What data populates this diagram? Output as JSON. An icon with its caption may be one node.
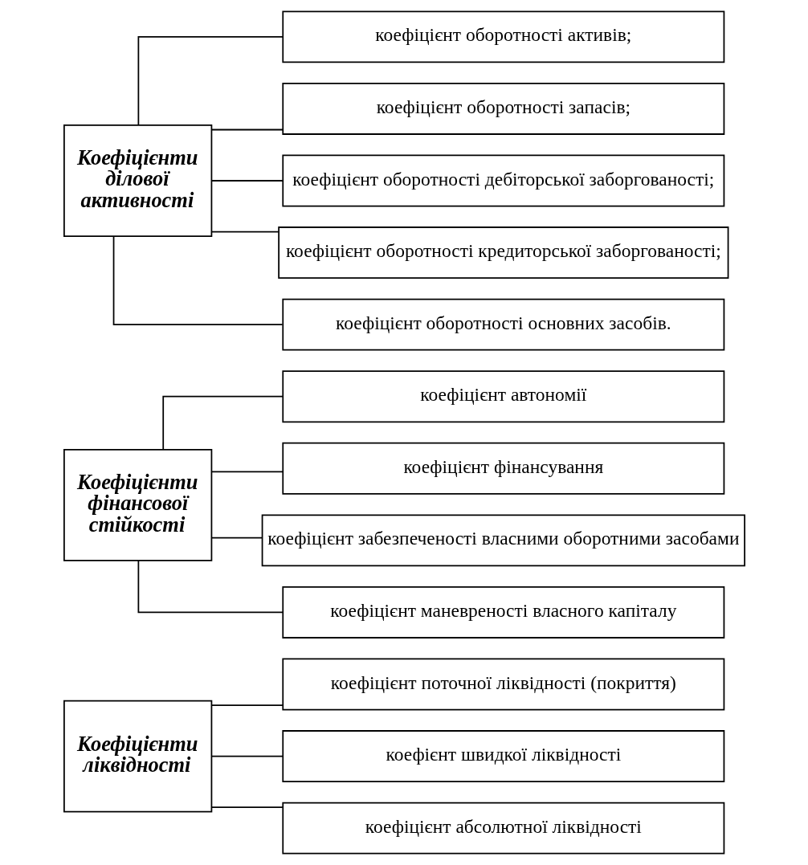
{
  "diagram": {
    "nodes": [
      {
        "text": [
          "Коефіцієнти ліквідності"
        ]
      },
      {
        "text": [
          "коефіцієнт поточної ліквідності (покриття)"
        ]
      },
      {
        "text": [
          "коефієнт швидкої ліквідності"
        ]
      },
      {
        "text": [
          "коефіцієнт абсолютної ліквідності"
        ]
      },
      {
        "text": [
          "Коефіцієнти фінансової стійкості"
        ]
      },
      {
        "text": [
          "коефіцієнт автономії"
        ]
      },
      {
        "text": [
          "коефіцієнт фінансування"
        ]
      },
      {
        "text": [
          "коефіцієнт забезпеченості власними оборотними засобами"
        ]
      },
      {
        "text": [
          "коефіцієнт маневреності власного капіталу"
        ]
      },
      {
        "text": [
          "Коефіцієнти ділової активності"
        ]
      },
      {
        "text": [
          "коефіцієнт оборотності активів;"
        ]
      },
      {
        "text": [
          "коефіцієнт оборотності запасів;"
        ]
      },
      {
        "text": [
          "коефіцієнт оборотності дебіторської заборгованості;"
        ]
      },
      {
        "text": [
          "коефіцієнт оборотності кредиторської заборгованості;"
        ]
      },
      {
        "text": [
          "коефіцієнт оборотності основних засобів."
        ]
      }
    ],
    "edges": [
      {
        "from": 0,
        "to": 1,
        "arrow": "none"
      },
      {
        "from": 0,
        "to": 2,
        "arrow": "none"
      },
      {
        "from": 0,
        "to": 3,
        "arrow": "none"
      },
      {
        "from": 4,
        "to": 5,
        "arrow": "none"
      },
      {
        "from": 4,
        "to": 6,
        "arrow": "none"
      },
      {
        "from": 4,
        "to": 7,
        "arrow": "none"
      },
      {
        "from": 4,
        "to": 8,
        "arrow": "none"
      },
      {
        "from": 9,
        "to": 10,
        "arrow": "none"
      },
      {
        "from": 9,
        "to": 11,
        "arrow": "none"
      },
      {
        "from": 9,
        "to": 12,
        "arrow": "none"
      },
      {
        "from": 9,
        "to": 13,
        "arrow": "none"
      },
      {
        "from": 9,
        "to": 14,
        "arrow": "none"
      }
    ]
  }
}
